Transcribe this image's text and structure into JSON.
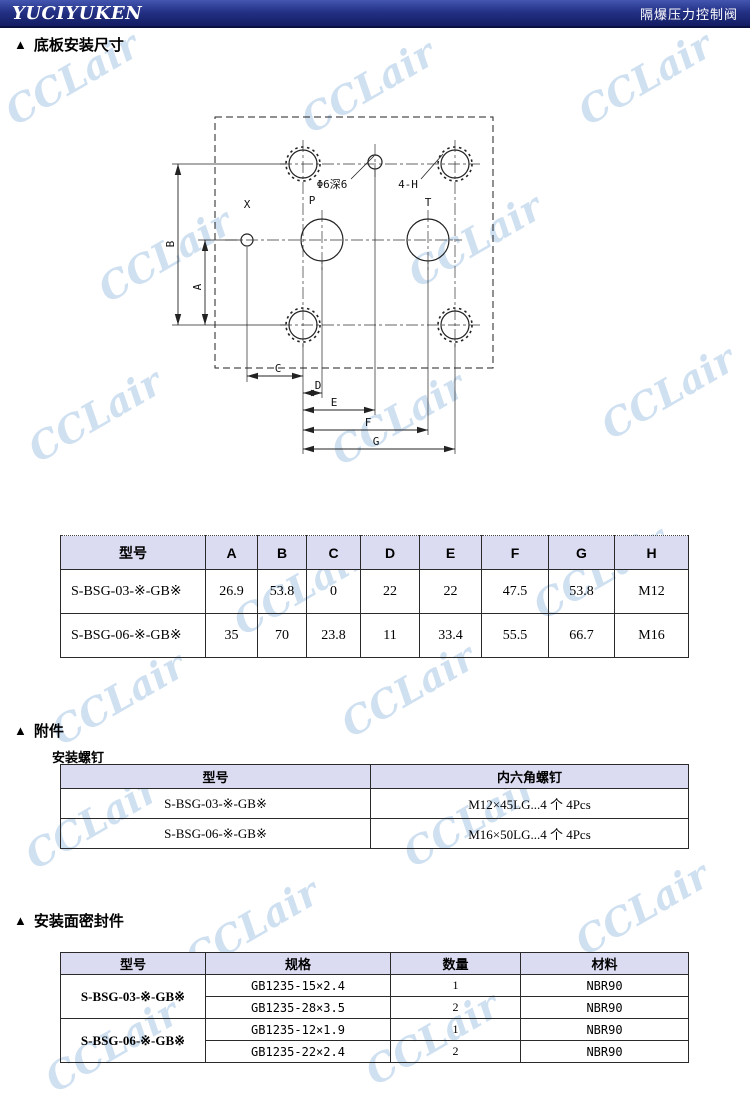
{
  "header": {
    "logo": "YUCIYUKEN",
    "title": "隔爆压力控制阀",
    "bg_color": "#243185"
  },
  "watermark": {
    "text": "CCLair",
    "color": "#a9c7e6"
  },
  "sections": {
    "marker": "▲",
    "s1_title": "底板安装尺寸",
    "s2_title": "附件",
    "s2_sub": "安装螺钉",
    "s3_title": "安装面密封件"
  },
  "drawing": {
    "hole_callout": "Φ6深6",
    "corner_callout": "4-H",
    "port_x": "X",
    "port_p": "P",
    "port_t": "T",
    "dim_a": "A",
    "dim_b": "B",
    "dim_c": "C",
    "dim_d": "D",
    "dim_e": "E",
    "dim_f": "F",
    "dim_g": "G"
  },
  "dim_table": {
    "headers": [
      "型号",
      "A",
      "B",
      "C",
      "D",
      "E",
      "F",
      "G",
      "H"
    ],
    "rows": [
      [
        "S-BSG-03-※-GB※",
        "26.9",
        "53.8",
        "0",
        "22",
        "22",
        "47.5",
        "53.8",
        "M12"
      ],
      [
        "S-BSG-06-※-GB※",
        "35",
        "70",
        "23.8",
        "11",
        "33.4",
        "55.5",
        "66.7",
        "M16"
      ]
    ]
  },
  "screw_table": {
    "headers": [
      "型号",
      "内六角螺钉"
    ],
    "rows": [
      [
        "S-BSG-03-※-GB※",
        "M12×45LG...4 个 4Pcs"
      ],
      [
        "S-BSG-06-※-GB※",
        "M16×50LG...4 个 4Pcs"
      ]
    ]
  },
  "seal_table": {
    "headers": [
      "型号",
      "规格",
      "数量",
      "材料"
    ],
    "rows": [
      {
        "model": "S-BSG-03-※-GB※",
        "items": [
          [
            "GB1235-15×2.4",
            "1",
            "NBR90"
          ],
          [
            "GB1235-28×3.5",
            "2",
            "NBR90"
          ]
        ]
      },
      {
        "model": "S-BSG-06-※-GB※",
        "items": [
          [
            "GB1235-12×1.9",
            "1",
            "NBR90"
          ],
          [
            "GB1235-22×2.4",
            "2",
            "NBR90"
          ]
        ]
      }
    ]
  }
}
